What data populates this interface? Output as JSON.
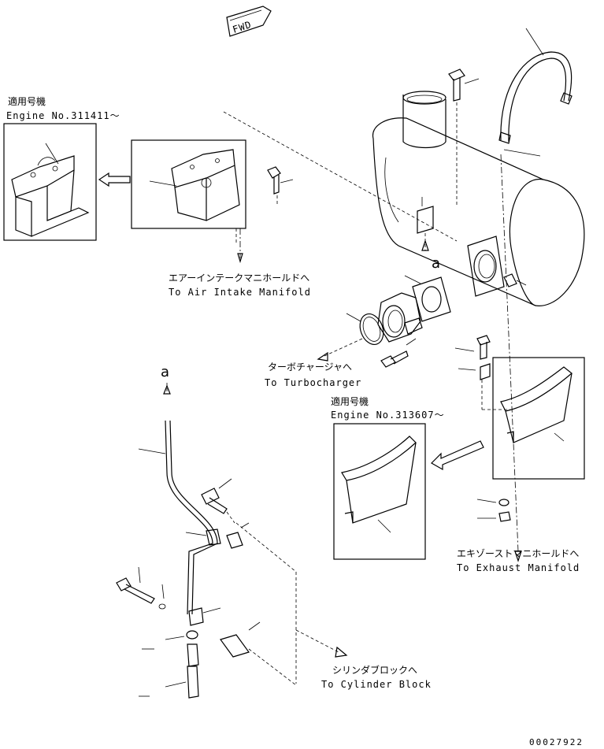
{
  "fwd_label": "FWD",
  "callout_a_top": "a",
  "callout_a_left": "a",
  "inset1": {
    "title": "適用号機",
    "engine": "Engine No.311411～"
  },
  "inset2": {
    "title": "適用号機",
    "engine": "Engine No.313607～"
  },
  "destinations": {
    "air_intake_jp": "エアーインテークマニホールドへ",
    "air_intake_en": "To Air Intake Manifold",
    "turbo_jp": "ターボチャージャへ",
    "turbo_en": "To Turbocharger",
    "exhaust_jp": "エキゾーストマニホールドへ",
    "exhaust_en": "To Exhaust Manifold",
    "cylinder_jp": "シリンダブロックへ",
    "cylinder_en": "To Cylinder Block"
  },
  "drawing_number": "00027922"
}
